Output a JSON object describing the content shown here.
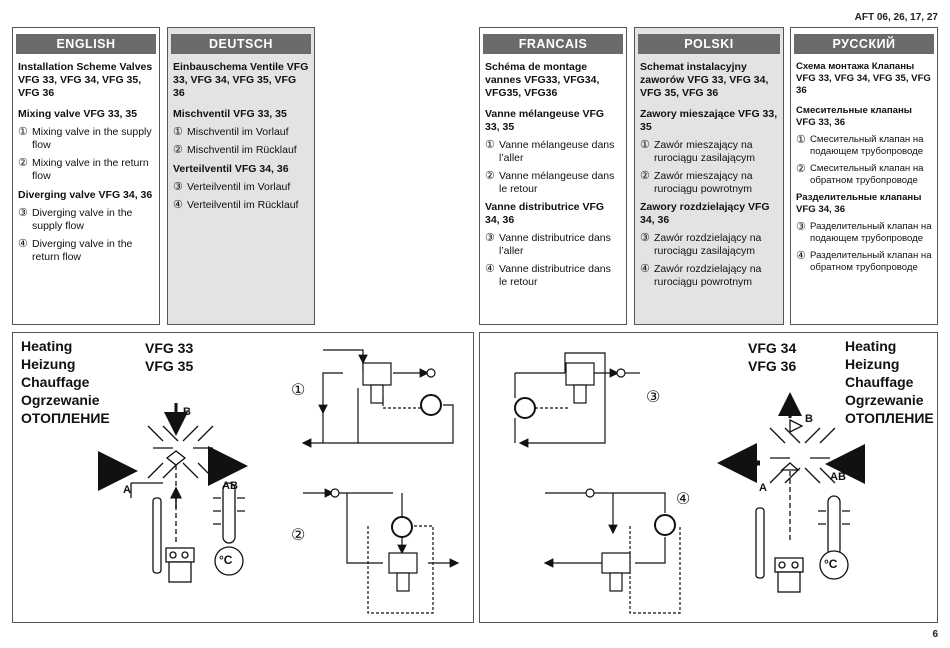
{
  "header": {
    "code": "AFT 06, 26, 17, 27"
  },
  "footer": {
    "page": "6"
  },
  "columns": {
    "en": {
      "tab": "ENGLISH",
      "title": "Installation Scheme Valves VFG 33, VFG 34, VFG 35, VFG 36",
      "mix_head": "Mixing valve VFG 33, 35",
      "item1_n": "①",
      "item1": "Mixing valve in the supply flow",
      "item2_n": "②",
      "item2": "Mixing valve in the return flow",
      "div_head": "Diverging valve VFG 34, 36",
      "item3_n": "③",
      "item3": "Diverging valve in the supply flow",
      "item4_n": "④",
      "item4": "Diverging valve in the return flow"
    },
    "de": {
      "tab": "DEUTSCH",
      "title": "Einbauschema Ventile VFG 33, VFG 34, VFG 35, VFG 36",
      "mix_head": "Mischventil VFG 33, 35",
      "item1_n": "①",
      "item1": "Mischventil im Vorlauf",
      "item2_n": "②",
      "item2": "Mischventil im Rücklauf",
      "div_head": "Verteilventil VFG 34, 36",
      "item3_n": "③",
      "item3": "Verteilventil im Vorlauf",
      "item4_n": "④",
      "item4": "Verteilventil im Rücklauf"
    },
    "fr": {
      "tab": "FRANCAIS",
      "title": "Schéma de montage vannes VFG33, VFG34, VFG35, VFG36",
      "mix_head": "Vanne mélangeuse VFG 33, 35",
      "item1_n": "①",
      "item1": "Vanne mélangeuse dans l’aller",
      "item2_n": "②",
      "item2": "Vanne mélangeuse dans le retour",
      "div_head": "Vanne distributrice VFG 34, 36",
      "item3_n": "③",
      "item3": "Vanne distributrice dans l’aller",
      "item4_n": "④",
      "item4": "Vanne distributrice dans le retour"
    },
    "pl": {
      "tab": "POLSKI",
      "title": "Schemat instalacyjny zaworów VFG 33, VFG 34, VFG 35, VFG 36",
      "mix_head": "Zawory mieszające VFG 33, 35",
      "item1_n": "①",
      "item1": "Zawór mieszający na rurociągu zasilającym",
      "item2_n": "②",
      "item2": "Zawór mieszający na rurociągu powrotnym",
      "div_head": "Zawory rozdzielający VFG 34, 36",
      "item3_n": "③",
      "item3": "Zawór rozdzielający na rurociągu zasilającym",
      "item4_n": "④",
      "item4": "Zawór rozdzielający na rurociągu powrotnym"
    },
    "ru": {
      "tab": "РУССКИЙ",
      "title": "Схема монтажа Клапаны VFG 33, VFG 34, VFG 35, VFG 36",
      "mix_head": "Смесительные клапаны VFG 33, 36",
      "item1_n": "①",
      "item1": "Смесительный клапан на подающем трубопроводе",
      "item2_n": "②",
      "item2": "Смесительный клапан на обратном трубопроводе",
      "div_head": "Разделительные клапаны VFG 34, 36",
      "item3_n": "③",
      "item3": "Разделительный клапан на подающем трубопроводе",
      "item4_n": "④",
      "item4": "Разделительный клапан на обратном трубопроводе"
    }
  },
  "left_panel": {
    "heating": [
      "Heating",
      "Heizung",
      "Chauffage",
      "Ogrzewanie",
      "ОТОПЛЕНИЕ"
    ],
    "models": [
      "VFG 33",
      "VFG 35"
    ],
    "port_a": "A",
    "port_b": "B",
    "port_ab": "AB",
    "deg": "°C",
    "fig1": "①",
    "fig2": "②"
  },
  "right_panel": {
    "heating": [
      "Heating",
      "Heizung",
      "Chauffage",
      "Ogrzewanie",
      "ОТОПЛЕНИЕ"
    ],
    "models": [
      "VFG 34",
      "VFG 36"
    ],
    "port_a": "A",
    "port_b": "B",
    "port_ab": "AB",
    "deg": "°C",
    "fig3": "③",
    "fig4": "④"
  }
}
